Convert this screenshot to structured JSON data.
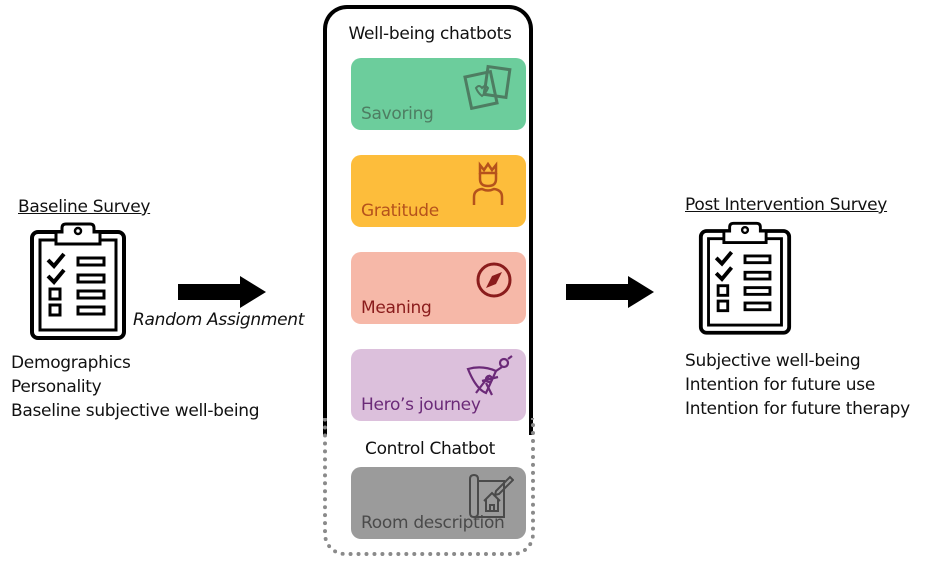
{
  "baseline": {
    "title": "Baseline Survey",
    "icon": "clipboard-checklist-icon",
    "items": [
      "Demographics",
      "Personality",
      "Baseline subjective well-being"
    ]
  },
  "assignment": {
    "label": "Random Assignment",
    "icon": "arrow-right-icon"
  },
  "chatbots": {
    "wellbeing_heading": "Well-being chatbots",
    "control_heading": "Control Chatbot",
    "wellbeing": [
      {
        "label": "Savoring",
        "icon": "photos-heart-icon",
        "bg": "#6ccd9c",
        "fg": "#4e7d62"
      },
      {
        "label": "Gratitude",
        "icon": "person-crown-icon",
        "bg": "#fdbd3b",
        "fg": "#b5521c"
      },
      {
        "label": "Meaning",
        "icon": "compass-icon",
        "bg": "#f6b8a8",
        "fg": "#8a1c1c"
      },
      {
        "label": "Hero’s journey",
        "icon": "superhero-icon",
        "bg": "#dcc0dc",
        "fg": "#6b2a78"
      }
    ],
    "control": [
      {
        "label": "Room description",
        "icon": "house-blueprint-icon",
        "bg": "#9b9b9b",
        "fg": "#4a4a4a"
      }
    ]
  },
  "post": {
    "title": "Post Intervention Survey",
    "icon": "clipboard-checklist-icon",
    "items": [
      "Subjective well-being",
      "Intention for future use",
      "Intention for future therapy"
    ]
  }
}
